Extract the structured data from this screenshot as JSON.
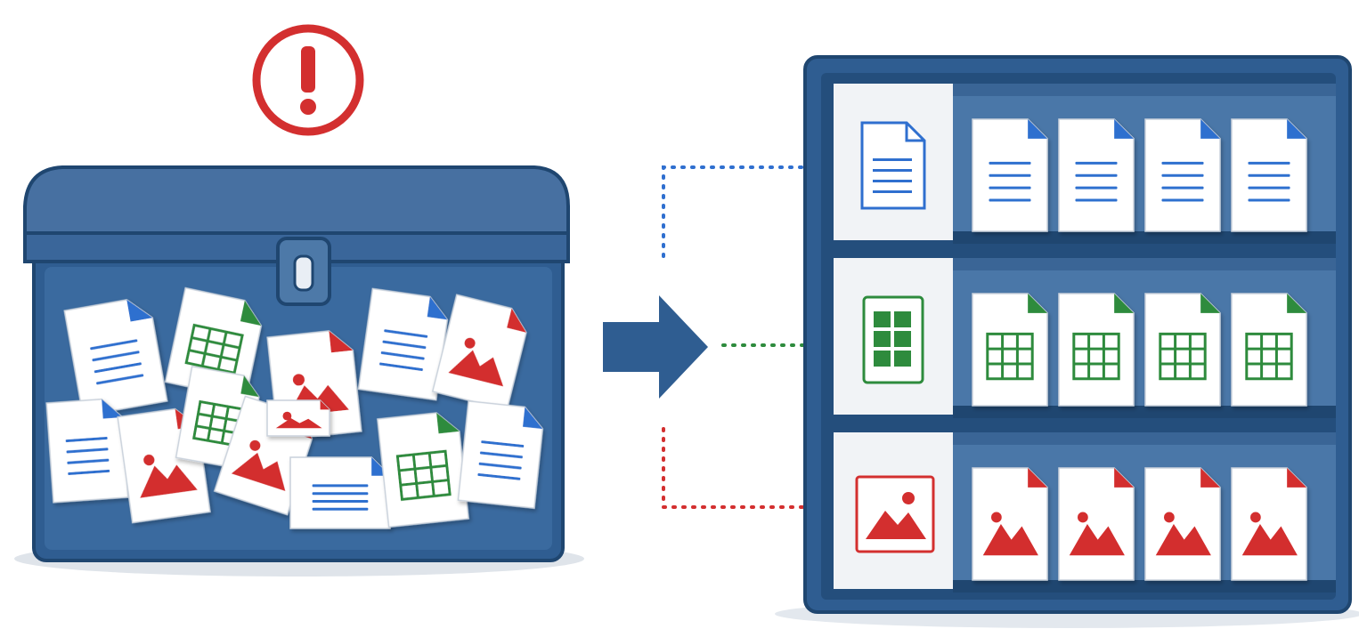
{
  "colors": {
    "navy": "#2f5d91",
    "navy_dark": "#1f4670",
    "navy_light": "#4d79a8",
    "doc_blue": "#2f6fcf",
    "sheet_green": "#2e8b3d",
    "image_red": "#d32f2f",
    "paper": "#ffffff",
    "panel": "#f1f3f6",
    "warning_red": "#d32f2f"
  },
  "icons": {
    "warning": "exclamation-circle-icon",
    "arrow": "arrow-right-icon",
    "document": "document-icon",
    "spreadsheet": "spreadsheet-icon",
    "image": "image-icon"
  },
  "messy_box": {
    "state": "unsorted",
    "file_types": [
      "document",
      "spreadsheet",
      "image",
      "document",
      "image",
      "document",
      "image",
      "spreadsheet",
      "image",
      "document",
      "spreadsheet",
      "document",
      "image"
    ]
  },
  "shelf": {
    "rows": [
      {
        "category": "document",
        "count": 4
      },
      {
        "category": "spreadsheet",
        "count": 4
      },
      {
        "category": "image",
        "count": 4
      }
    ]
  }
}
